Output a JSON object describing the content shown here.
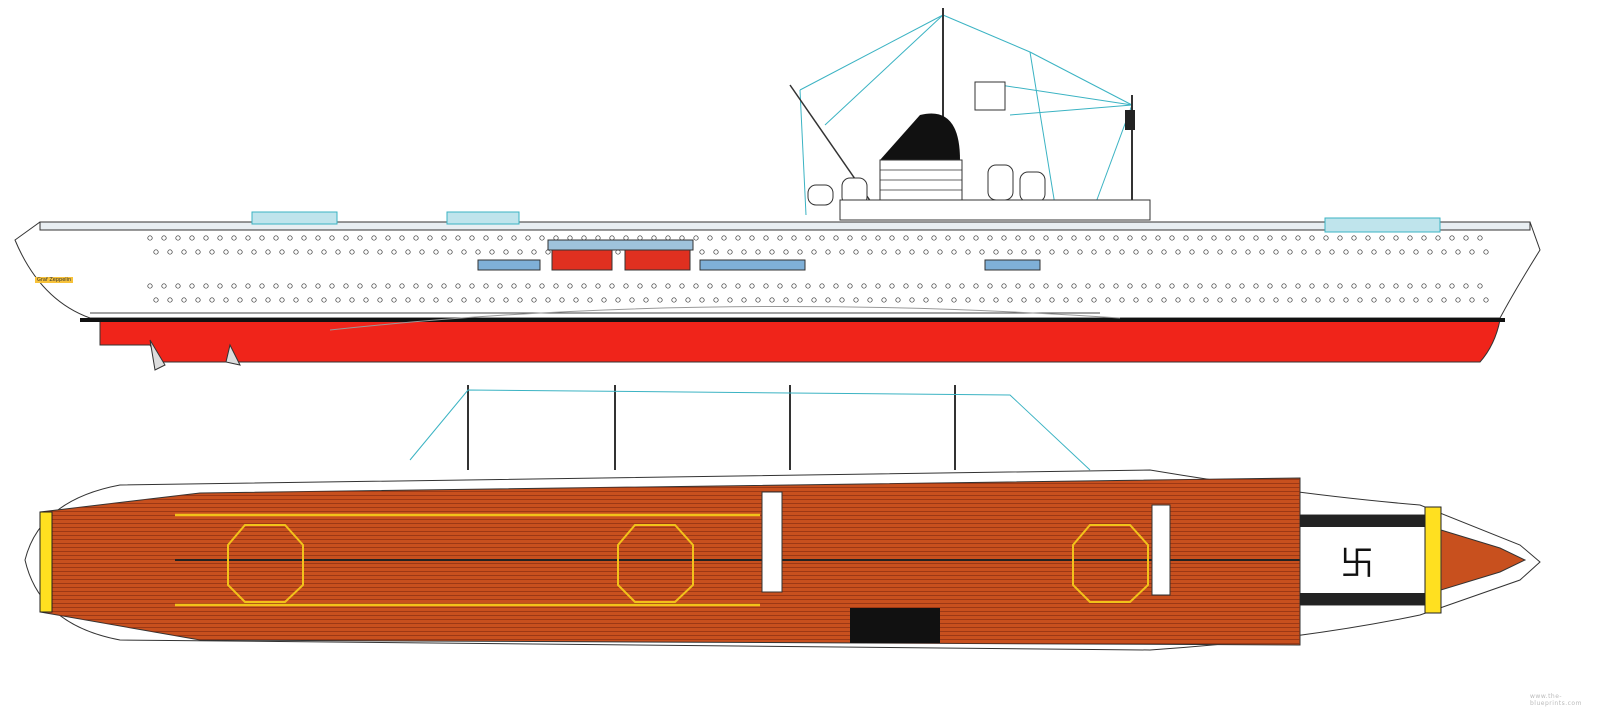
{
  "drawing": {
    "subject": "Aircraft carrier profile and plan view",
    "views": [
      "side-profile",
      "flight-deck-plan"
    ],
    "ship_name_label": "Graf Zeppelin",
    "watermark": "www.the-blueprints.com"
  },
  "colors": {
    "hull_upper": "#ffffff",
    "hull_lower": "#f0241a",
    "boot_top": "#111111",
    "flight_deck": "#c8501e",
    "deck_lines": "#8a2e10",
    "deck_stripe": "#f2c21a",
    "bow_marker": "#ffe020",
    "rigging": "#3bb3c3",
    "outline": "#222222",
    "island_cap": "#111111",
    "boats": "#e03020",
    "windows": "#7fb0d8"
  }
}
